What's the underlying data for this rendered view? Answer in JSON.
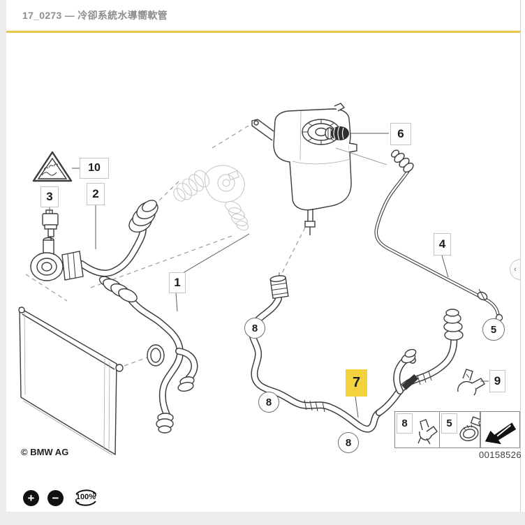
{
  "header": {
    "title": "17_0273 — 冷卻系統水導嚮軟管"
  },
  "footer": {
    "copyright": "© BMW AG",
    "diagram_number": "00158526"
  },
  "zoom_controls": {
    "zoom_in": "+",
    "zoom_out": "−",
    "zoom_reset": "100%"
  },
  "collapse_tab": {
    "chevron": "‹"
  },
  "callouts": {
    "c1": "1",
    "c2": "2",
    "c3": "3",
    "c4": "4",
    "c5_pipe": "5",
    "c6": "6",
    "c7": "7",
    "c8": "8",
    "c8_b": "8",
    "c8_c": "8",
    "c9": "9",
    "c10": "10"
  },
  "legend": {
    "cells": [
      {
        "number": "8",
        "icon": "spring-clamp-icon"
      },
      {
        "number": "5",
        "icon": "worm-gear-clamp-icon"
      }
    ],
    "arrow_icon": "direction-arrow-icon"
  },
  "colors": {
    "accent_rule": "#E8C74B",
    "highlight": "#F2D33E",
    "line": "#3C3C3C",
    "faint_part": "#C9C9C9",
    "frame_gray": "#ECECEC"
  }
}
